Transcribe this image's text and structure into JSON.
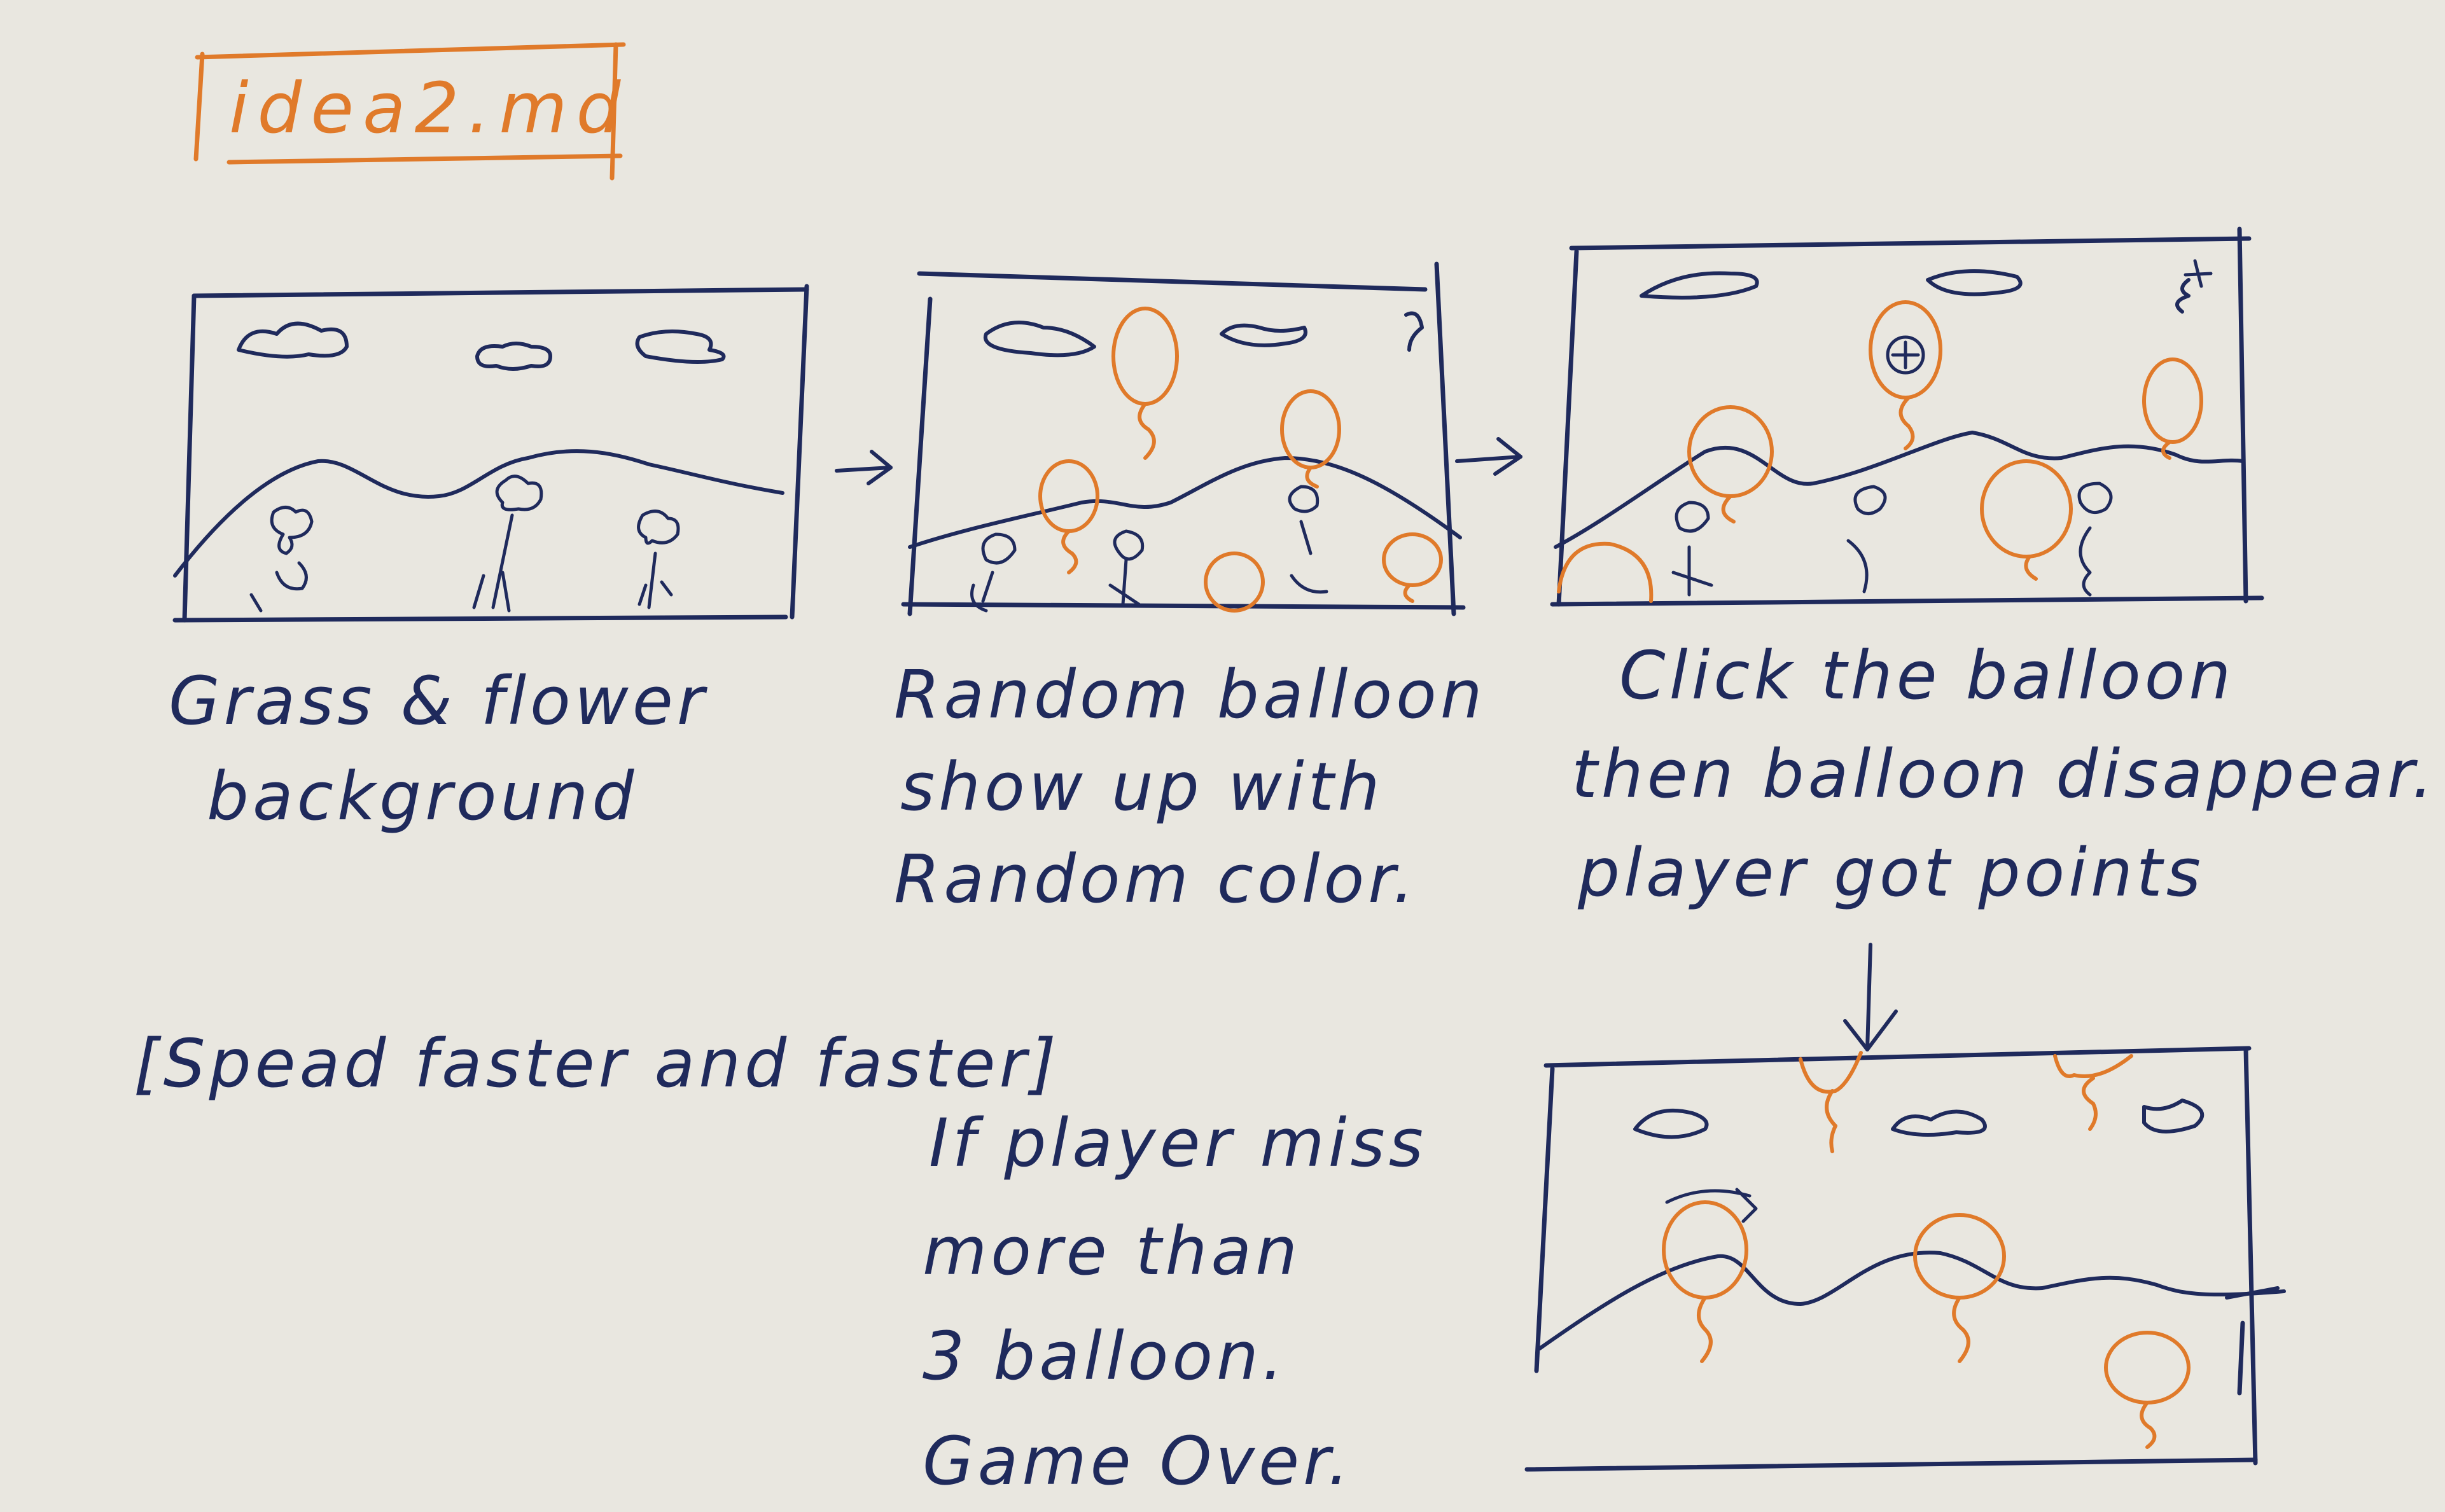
{
  "title": "idea2.md",
  "captions": {
    "panel1_line1": "Grass & flower",
    "panel1_line2": "background",
    "panel2_line1": "Random balloon",
    "panel2_line2": "show up with",
    "panel2_line3": "Random color.",
    "panel3_line1": "Click the balloon",
    "panel3_line2": "then balloon disappear.",
    "panel3_line3": "player got points",
    "speed_note": "[Spead faster and faster]",
    "gameover_line1": "If player miss",
    "gameover_line2": "more than",
    "gameover_line3": "3 balloon.",
    "gameover_line4": "Game Over."
  },
  "colors": {
    "paper": "#e9e7e0",
    "ink": "#1f2a5c",
    "accent": "#e07a2a"
  }
}
